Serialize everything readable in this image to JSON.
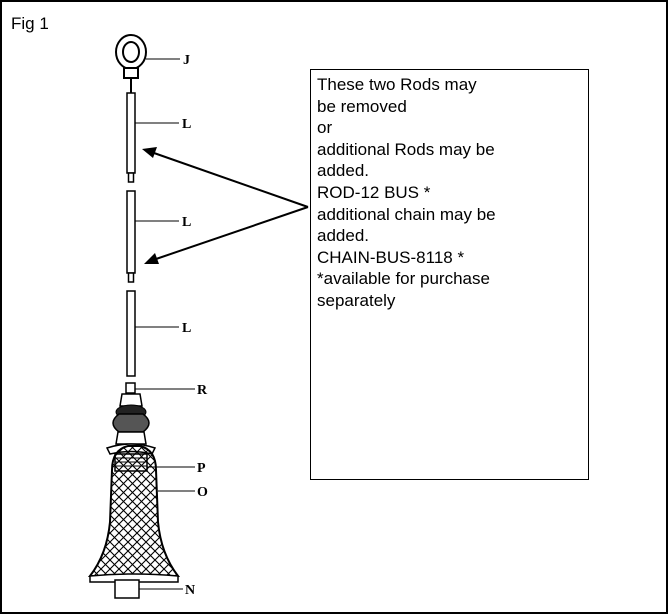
{
  "figure": {
    "label": "Fig 1"
  },
  "note": {
    "lines": [
      "These two Rods may",
      "be removed",
      "or",
      "additional Rods may be",
      "added.",
      "ROD-12 BUS *",
      "additional chain may be",
      "added.",
      "CHAIN-BUS-8118 *",
      "*available for purchase",
      "separately"
    ]
  },
  "parts": [
    {
      "id": "J",
      "label": "J"
    },
    {
      "id": "L1",
      "label": "L"
    },
    {
      "id": "L2",
      "label": "L"
    },
    {
      "id": "L3",
      "label": "L"
    },
    {
      "id": "R",
      "label": "R"
    },
    {
      "id": "P",
      "label": "P"
    },
    {
      "id": "O",
      "label": "O"
    },
    {
      "id": "N",
      "label": "N"
    }
  ]
}
